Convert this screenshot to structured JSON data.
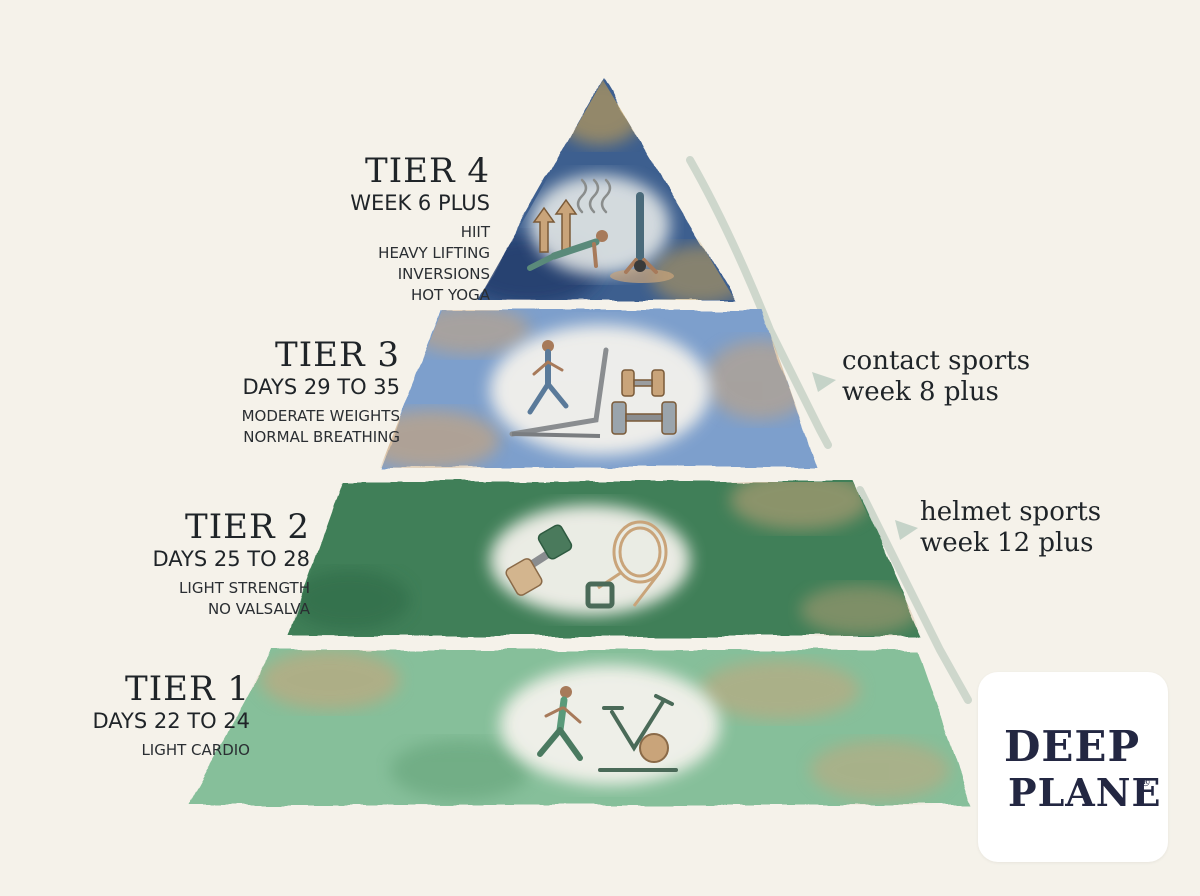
{
  "tiers": [
    {
      "title": "TIER 4",
      "days": "WEEK 6 PLUS",
      "activities": [
        "HIIT",
        "HEAVY LIFTING",
        "INVERSIONS",
        "HOT YOGA"
      ],
      "color": "#3e5f8f"
    },
    {
      "title": "TIER 3",
      "days": "DAYS 29 TO 35",
      "activities": [
        "MODERATE WEIGHTS",
        "NORMAL BREATHING"
      ],
      "color": "#7d9fcc"
    },
    {
      "title": "TIER 2",
      "days": "DAYS 25 TO 28",
      "activities": [
        "LIGHT STRENGTH",
        "NO VALSALVA"
      ],
      "color": "#3f7f58"
    },
    {
      "title": "TIER 1",
      "days": "DAYS 22 TO 24",
      "activities": [
        "LIGHT CARDIO"
      ],
      "color": "#86bf9a"
    }
  ],
  "notes": [
    {
      "line1": "contact sports",
      "line2": "week 8 plus"
    },
    {
      "line1": "helmet sports",
      "line2": "week 12 plus"
    }
  ],
  "logo": {
    "line1": "DEEP",
    "line2": "PLANE",
    "registered": "®"
  },
  "icons": {
    "tier4": [
      "up-arrows-icon",
      "heat-waves-icon",
      "plank-person-icon",
      "headstand-person-icon"
    ],
    "tier3": [
      "treadmill-runner-icon",
      "dumbbells-icon"
    ],
    "tier2": [
      "dumbbell-icon",
      "resistance-band-icon"
    ],
    "tier1": [
      "runner-icon",
      "exercise-bike-icon"
    ]
  },
  "colors": {
    "background": "#f5f2ea",
    "sand": "#c9a47a",
    "text": "#1f2428",
    "logo": "#232742",
    "logo_accent": "#c9b07a"
  }
}
